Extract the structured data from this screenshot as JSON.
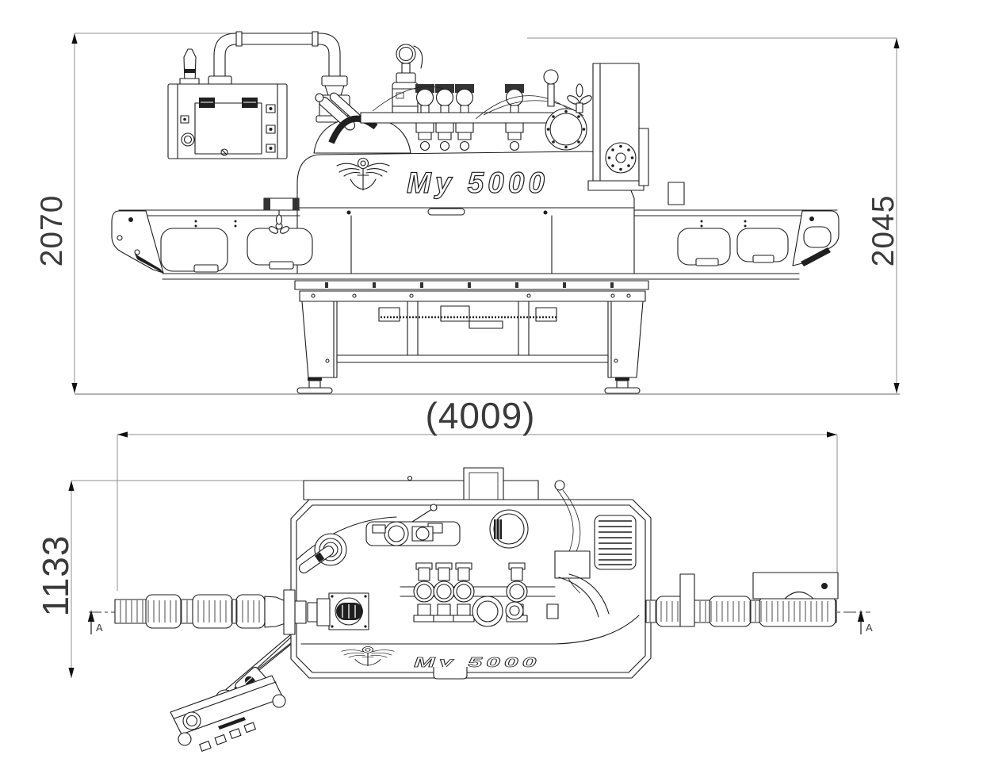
{
  "drawing": {
    "model_logo": "My 5000",
    "dimensions": {
      "overall_height": "2070",
      "body_height": "2045",
      "overall_length": "(4009)",
      "overall_depth": "1133"
    },
    "section_markers": {
      "left": "A",
      "right": "A"
    },
    "colors": {
      "background": "#ffffff",
      "line": "#1c1c1c",
      "dimension_line": "#8f8f8f",
      "dimension_text": "#3a3a3a"
    }
  }
}
